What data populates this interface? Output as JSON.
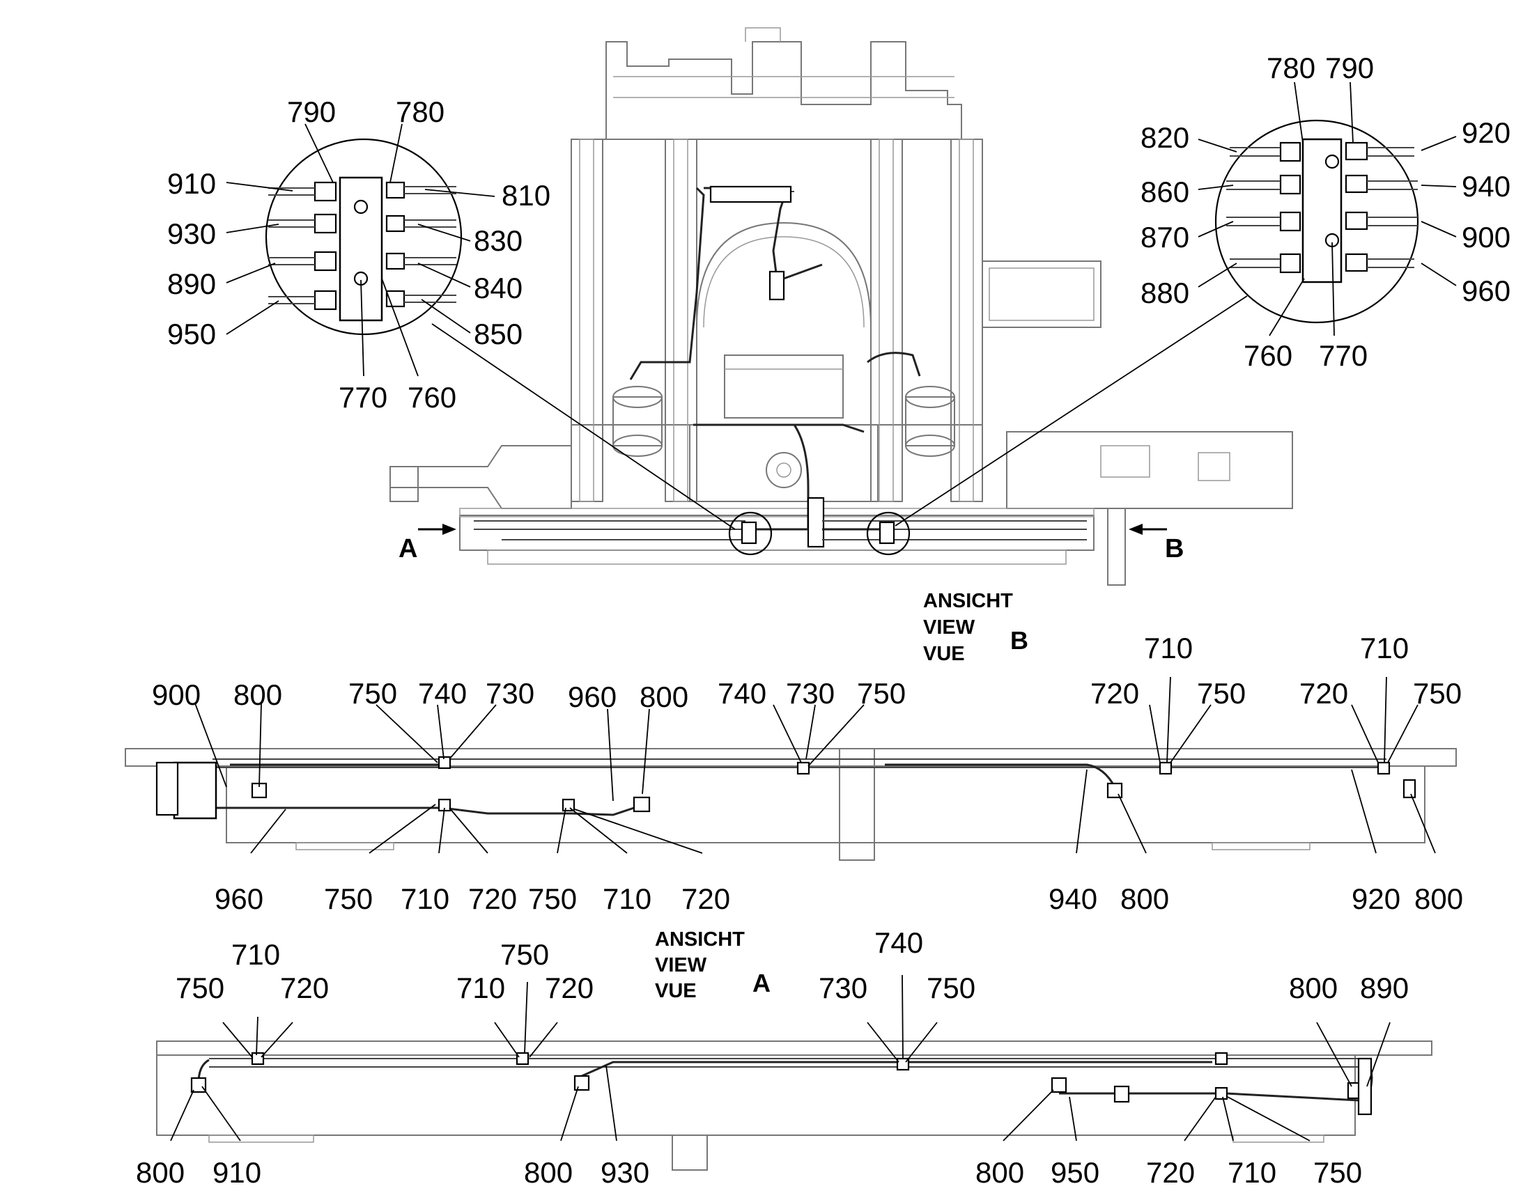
{
  "views": {
    "view_b": {
      "ansicht": "ANSICHT",
      "view": "VIEW",
      "vue": "VUE",
      "letter": "B"
    },
    "view_a": {
      "ansicht": "ANSICHT",
      "view": "VIEW",
      "vue": "VUE",
      "letter": "A"
    }
  },
  "arrows": {
    "a": "A",
    "b": "B"
  },
  "callouts": {
    "detail_left": [
      "790",
      "780",
      "910",
      "810",
      "930",
      "830",
      "890",
      "840",
      "950",
      "850",
      "770",
      "760"
    ],
    "detail_right": [
      "780",
      "790",
      "820",
      "920",
      "860",
      "940",
      "870",
      "900",
      "880",
      "960",
      "760",
      "770"
    ],
    "view_b": [
      "900",
      "800",
      "750",
      "740",
      "730",
      "960",
      "800",
      "740",
      "730",
      "750",
      "710",
      "720",
      "750",
      "710",
      "720",
      "750",
      "960",
      "750",
      "710",
      "720",
      "750",
      "710",
      "720",
      "940",
      "800",
      "920",
      "800"
    ],
    "view_a": [
      "710",
      "750",
      "720",
      "750",
      "710",
      "720",
      "740",
      "730",
      "750",
      "800",
      "890",
      "800",
      "910",
      "800",
      "930",
      "800",
      "950",
      "720",
      "710",
      "750"
    ]
  }
}
